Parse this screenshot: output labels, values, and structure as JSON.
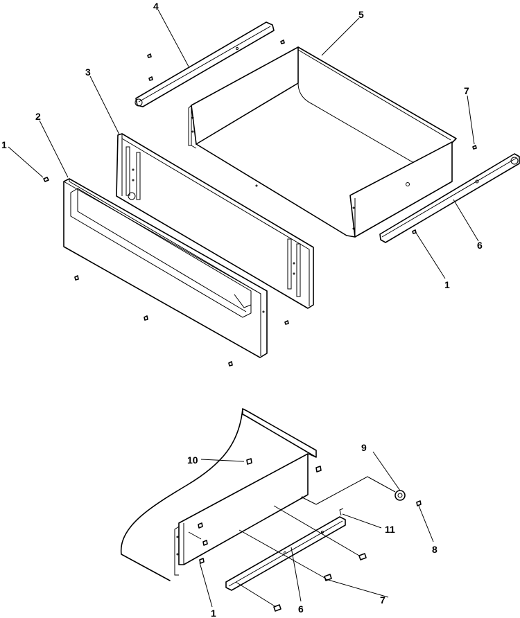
{
  "callouts": {
    "c1a": "1",
    "c2": "2",
    "c3": "3",
    "c4": "4",
    "c5": "5",
    "c7a": "7",
    "c6a": "6",
    "c1b": "1",
    "c10": "10",
    "c9": "9",
    "c11": "11",
    "c8": "8",
    "c7b": "7",
    "c6b": "6",
    "c1c": "1"
  }
}
